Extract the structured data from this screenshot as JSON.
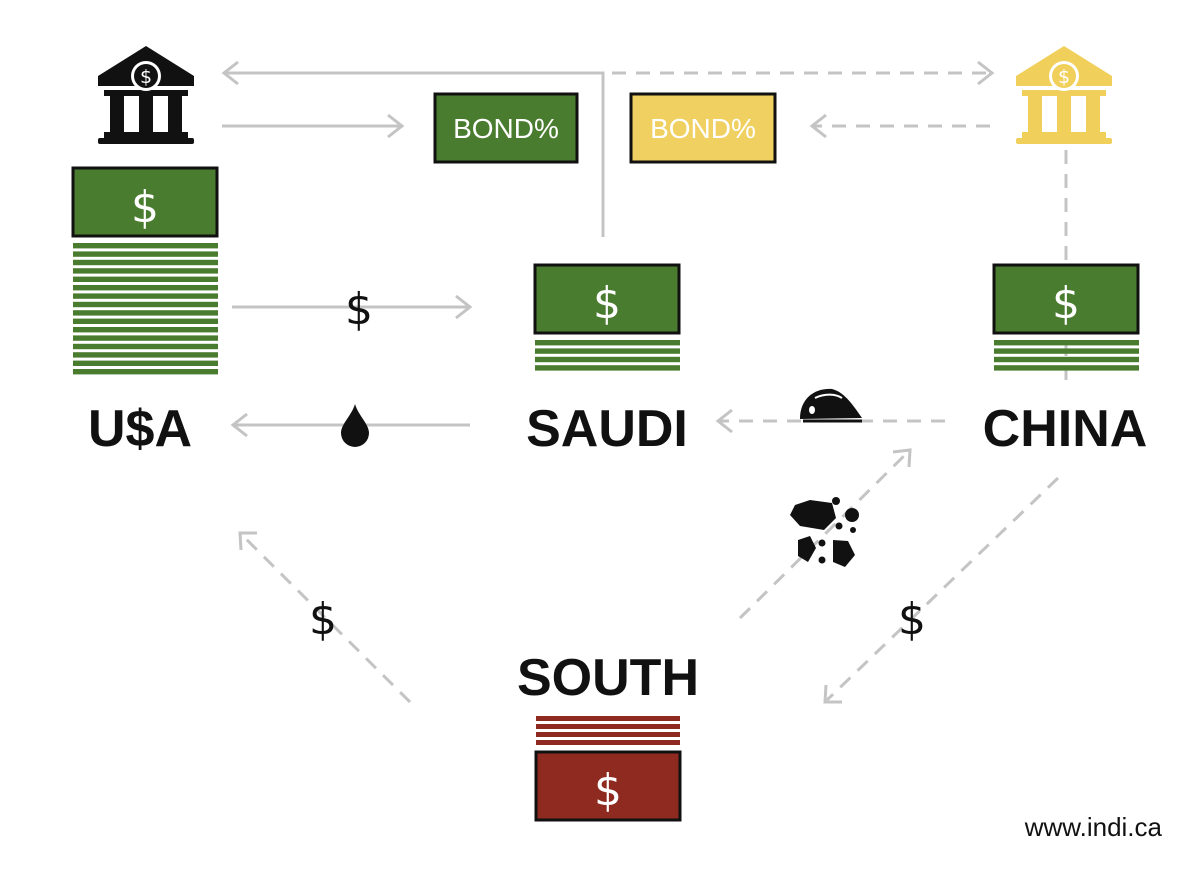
{
  "nodes": {
    "usa": {
      "label": "U$A",
      "bill_symbol": "$"
    },
    "saudi": {
      "label": "SAUDI",
      "bill_symbol": "$"
    },
    "china": {
      "label": "CHINA",
      "bill_symbol": "$"
    },
    "south": {
      "label": "SOUTH",
      "bill_symbol": "$"
    }
  },
  "bonds": {
    "usa_bond": "BOND%",
    "china_bond": "BOND%"
  },
  "flows": {
    "usa_to_saudi": "$",
    "south_to_usa": "$",
    "china_to_south": "$"
  },
  "bank_symbol": "$",
  "footer": {
    "url": "www.indi.ca"
  },
  "colors": {
    "green": "#4a7c2f",
    "yellow": "#f0d060",
    "red": "#8e2a1f",
    "arrow": "#c4c4c4"
  }
}
